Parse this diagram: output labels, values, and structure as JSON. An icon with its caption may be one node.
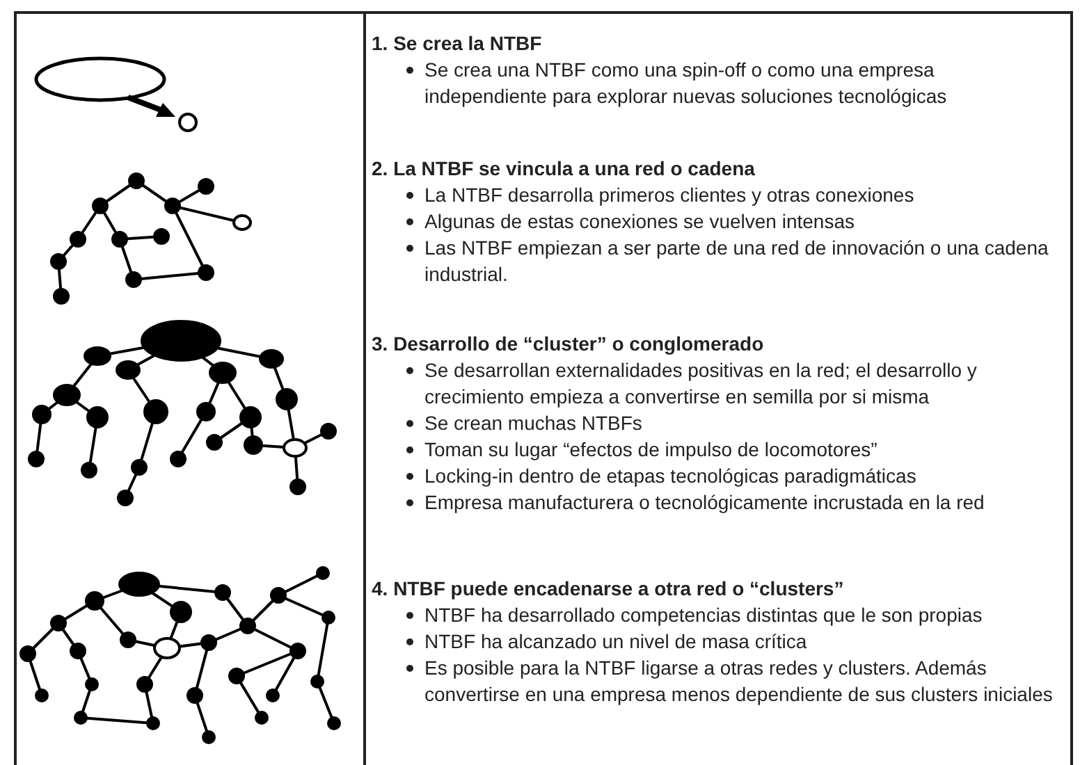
{
  "diagram": {
    "labels": [
      "1. Se crea la NTBF",
      "Se crea una NTBF como una spin-off o como una empresa independiente para explorar nuevas soluciones tecnológicas",
      "2. La NTBF se vincula a una red o cadena",
      "La NTBF desarrolla primeros clientes y otras conexiones",
      "Algunas de estas conexiones se vuelven intensas",
      "Las NTBF empiezan a ser parte de una red de innovación o una cadena industrial.",
      "3. Desarrollo de “cluster” o conglomerado",
      "Se desarrollan externalidades positivas en la red; el desarrollo y crecimiento empieza a convertirse en semilla por si misma",
      "Se crean muchas NTBFs",
      "Toman su lugar “efectos de impulso de locomotores”",
      "Locking-in dentro de etapas tecnológicas paradigmáticas",
      "Empresa manufacturera o tecnológicamente incrustada en la red",
      "4. NTBF puede encadenarse a otra red o “clusters”",
      "NTBF ha desarrollado competencias distintas que le son propias",
      "NTBF ha alcanzado un nivel de masa crítica",
      "Es posible para la NTBF ligarse a otras redes y clusters. Además convertirse en una empresa menos dependiente de sus clusters iniciales"
    ]
  }
}
